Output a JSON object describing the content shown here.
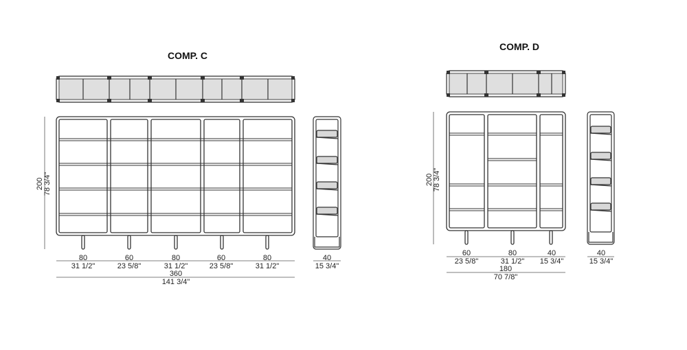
{
  "comp_c": {
    "title": "COMP. C",
    "widths": [
      {
        "cm": "80",
        "in": "31 1/2\""
      },
      {
        "cm": "60",
        "in": "23 5/8\""
      },
      {
        "cm": "80",
        "in": "31 1/2\""
      },
      {
        "cm": "60",
        "in": "23 5/8\""
      },
      {
        "cm": "80",
        "in": "31 1/2\""
      }
    ],
    "total_cm": "360",
    "total_in": "141 3/4\"",
    "height_cm": "200",
    "height_in": "78 3/4\"",
    "depth_cm": "40",
    "depth_in": "15 3/4\""
  },
  "comp_d": {
    "title": "COMP. D",
    "widths": [
      {
        "cm": "60",
        "in": "23 5/8\""
      },
      {
        "cm": "80",
        "in": "31 1/2\""
      },
      {
        "cm": "40",
        "in": "15 3/4\""
      }
    ],
    "total_cm": "180",
    "total_in": "70 7/8\"",
    "height_cm": "200",
    "height_in": "78 3/4\"",
    "depth_cm": "40",
    "depth_in": "15 3/4\""
  }
}
